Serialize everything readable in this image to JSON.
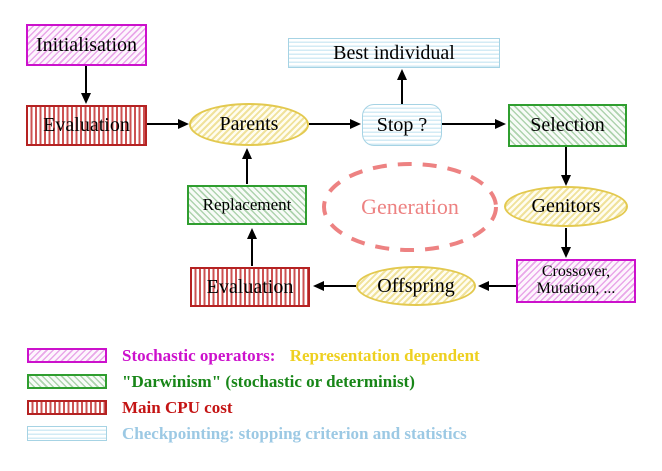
{
  "nodes": {
    "initialisation": "Initialisation",
    "evaluation_top": "Evaluation",
    "parents": "Parents",
    "best_individual": "Best individual",
    "stop": "Stop ?",
    "selection": "Selection",
    "replacement": "Replacement",
    "generation": "Generation",
    "genitors": "Genitors",
    "crossover_line1": "Crossover,",
    "crossover_line2": "Mutation, ...",
    "offspring": "Offspring",
    "evaluation_bottom": "Evaluation"
  },
  "legend": {
    "rows": [
      {
        "swatch": "magenta-diagonal-hatch",
        "text": "Stochastic operators:",
        "text2": "Representation dependent"
      },
      {
        "swatch": "green-diagonal-hatch",
        "text": "\"Darwinism\" (stochastic or determinist)"
      },
      {
        "swatch": "red-vertical-stripes",
        "text": "Main CPU cost"
      },
      {
        "swatch": "cyan-horizontal-stripes",
        "text": "Checkpointing: stopping criterion and statistics"
      }
    ]
  },
  "colors": {
    "magenta": "#cc11cc",
    "red_border": "#b52222",
    "green": "#2f9e2f",
    "cyan_border": "#a6d3e4",
    "yellow_border": "#e3c94f",
    "salmon": "#ed8282",
    "gold_text": "#eed020",
    "green_text": "#188618",
    "red_text": "#c41414",
    "cyan_text": "#9cc9e4"
  }
}
